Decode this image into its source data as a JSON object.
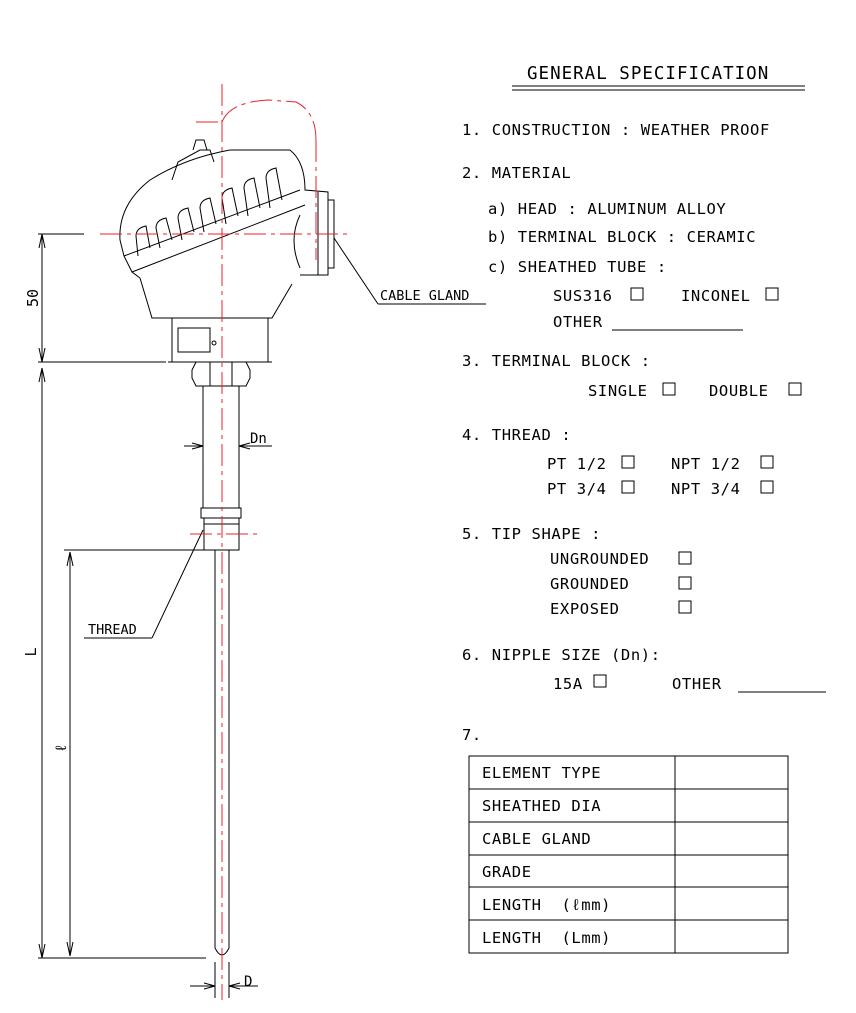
{
  "title": "GENERAL SPECIFICATION",
  "drawing": {
    "dim_50": "50",
    "dim_L": "L",
    "dim_l": "ℓ",
    "dim_Dn": "Dn",
    "dim_D": "D",
    "label_cable_gland": "CABLE GLAND",
    "label_thread": "THREAD"
  },
  "spec": {
    "s1": "1. CONSTRUCTION : WEATHER PROOF",
    "s2": "2. MATERIAL",
    "s2a": "a) HEAD : ALUMINUM ALLOY",
    "s2b": "b) TERMINAL BLOCK : CERAMIC",
    "s2c": "c) SHEATHED TUBE :",
    "opt_sus316": "SUS316",
    "opt_inconel": "INCONEL",
    "opt_other": "OTHER",
    "s3": "3. TERMINAL BLOCK :",
    "opt_single": "SINGLE",
    "opt_double": "DOUBLE",
    "s4": "4. THREAD :",
    "opt_pt12": "PT 1/2",
    "opt_npt12": "NPT 1/2",
    "opt_pt34": "PT 3/4",
    "opt_npt34": "NPT 3/4",
    "s5": "5. TIP SHAPE :",
    "opt_ungrounded": "UNGROUNDED",
    "opt_grounded": "GROUNDED",
    "opt_exposed": "EXPOSED",
    "s6": "6. NIPPLE SIZE (Dn):",
    "opt_15a": "15A",
    "opt_other2": "OTHER",
    "s7": "7."
  },
  "table": {
    "r1": "ELEMENT TYPE",
    "r2": "SHEATHED DIA",
    "r3": "CABLE GLAND",
    "r4": "GRADE",
    "r5": "LENGTH  (ℓmm)",
    "r6": "LENGTH  (Lmm)"
  },
  "colors": {
    "centerline": "#e8222e",
    "line": "#000000"
  }
}
